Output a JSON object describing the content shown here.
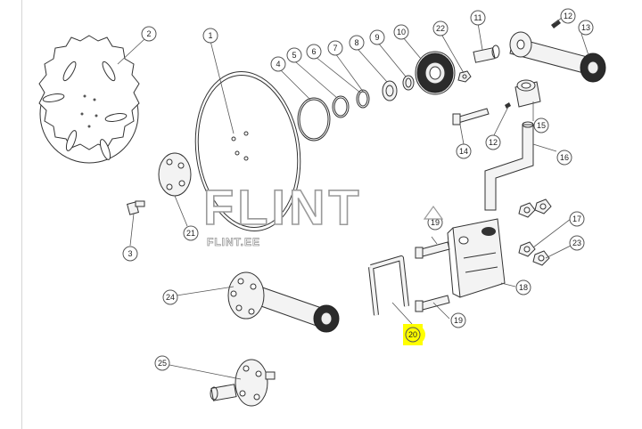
{
  "watermark": {
    "brand": "FLINT",
    "site": "FLINT.EE"
  },
  "highlighted_part": "20",
  "highlight_color": "#ffff00",
  "callouts": {
    "c1": "1",
    "c2": "2",
    "c3": "3",
    "c4": "4",
    "c5": "5",
    "c6": "6",
    "c7": "7",
    "c8": "8",
    "c9": "9",
    "c10": "10",
    "c11": "11",
    "c12a": "12",
    "c12b": "12",
    "c13": "13",
    "c14": "14",
    "c15": "15",
    "c16": "16",
    "c17": "17",
    "c18": "18",
    "c19a": "19",
    "c19b": "19",
    "c20": "20",
    "c21": "21",
    "c22": "22",
    "c23": "23",
    "c24": "24",
    "c25": "25"
  }
}
